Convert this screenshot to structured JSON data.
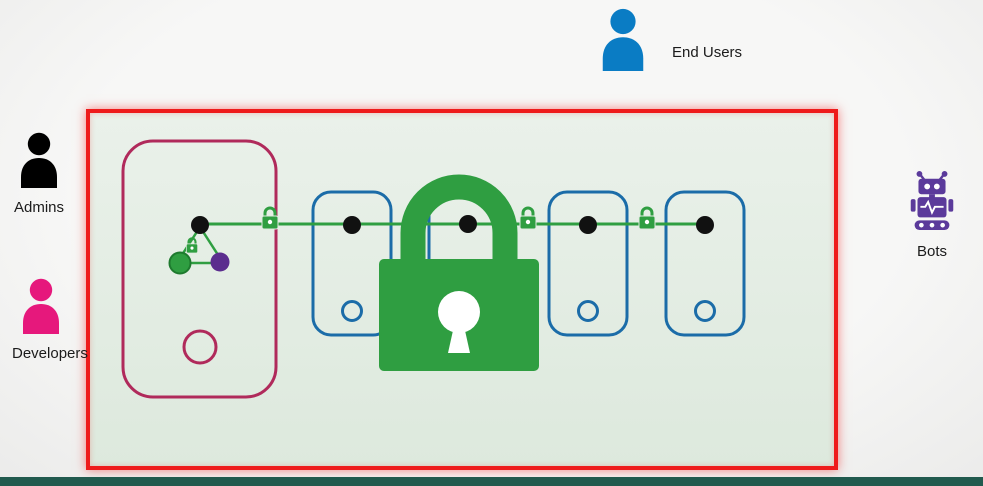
{
  "actors": {
    "admins": {
      "label": "Admins",
      "color": "#000000",
      "icon": "person-icon"
    },
    "developers": {
      "label": "Developers",
      "color": "#e6187c",
      "icon": "person-icon"
    },
    "end_users": {
      "label": "End Users",
      "color": "#0a7cc4",
      "icon": "person-icon"
    },
    "bots": {
      "label": "Bots",
      "color": "#5b3a9b",
      "icon": "robot-icon"
    }
  },
  "secure_zone": {
    "border_color": "#ee1b1b",
    "fill_color": "#e4eee4",
    "connection_color": "#2f9e41",
    "lock_color": "#2f9e41",
    "lock_icon": "padlock-icon",
    "containers": [
      {
        "id": "admin-container",
        "border_color": "#b02a5b"
      },
      {
        "id": "service-container-1",
        "border_color": "#1b6ca8"
      },
      {
        "id": "service-container-2",
        "border_color": "#1b6ca8"
      },
      {
        "id": "service-container-3",
        "border_color": "#1b6ca8"
      },
      {
        "id": "service-container-4",
        "border_color": "#1b6ca8"
      }
    ],
    "sub_nodes": [
      {
        "id": "green-node",
        "color": "#2f9e41"
      },
      {
        "id": "purple-node",
        "color": "#5b2d8e"
      }
    ]
  },
  "footer": {
    "bar_color": "#215a4e"
  }
}
